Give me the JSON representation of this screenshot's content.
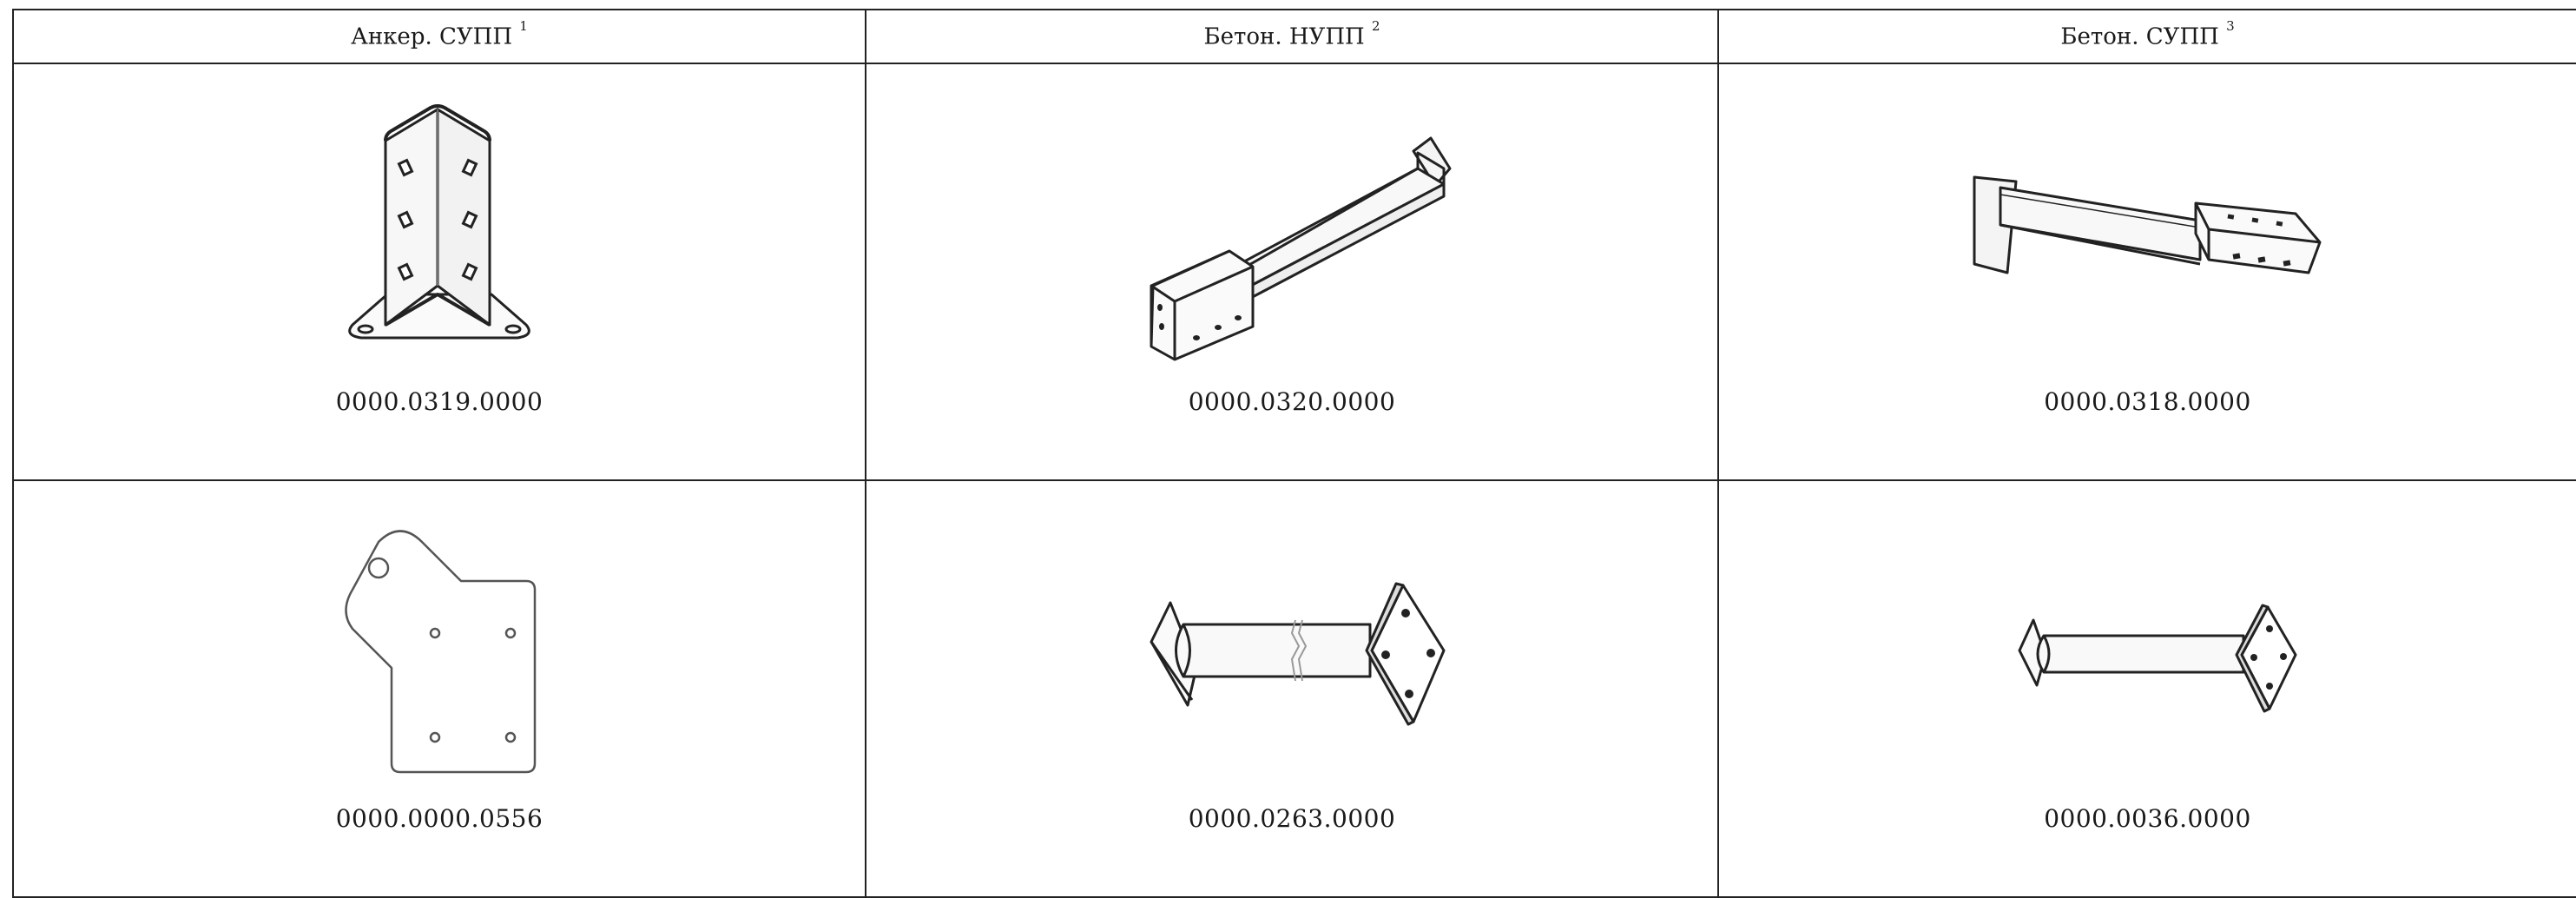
{
  "headers": [
    {
      "label": "Анкер. СУПП",
      "note": "1"
    },
    {
      "label": "Бетон. НУПП",
      "note": "2"
    },
    {
      "label": "Бетон. СУПП",
      "note": "3"
    }
  ],
  "rows": [
    {
      "cells": [
        {
          "icon": "anchor-bracket-icon",
          "code": "0000.0319.0000"
        },
        {
          "icon": "square-tube-socket-icon",
          "code": "0000.0320.0000"
        },
        {
          "icon": "square-tube-socket-flanged-icon",
          "code": "0000.0318.0000"
        }
      ]
    },
    {
      "cells": [
        {
          "icon": "mounting-plate-icon",
          "code": "0000.0000.0556"
        },
        {
          "icon": "pipe-with-diamond-flanges-icon",
          "code": "0000.0263.0000"
        },
        {
          "icon": "pipe-with-diamond-flanges-short-icon",
          "code": "0000.0036.0000"
        }
      ]
    }
  ]
}
